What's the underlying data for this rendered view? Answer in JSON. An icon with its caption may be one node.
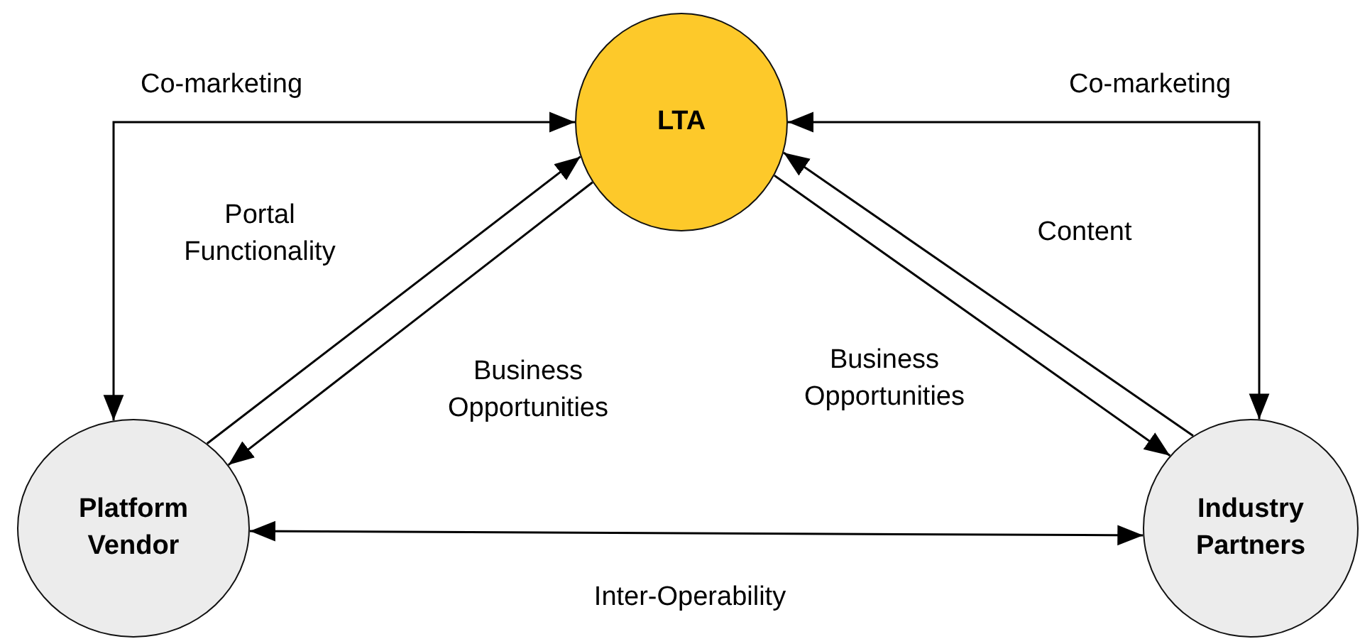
{
  "diagram": {
    "nodes": [
      {
        "text": [
          "LTA"
        ]
      },
      {
        "text": [
          "Platform Vendor"
        ]
      },
      {
        "text": [
          "Industry Partners"
        ]
      }
    ],
    "edges": [
      {
        "from": 1,
        "to": 0,
        "arrow": "both",
        "label": "Co-marketing"
      },
      {
        "from": 2,
        "to": 0,
        "arrow": "both",
        "label": "Co-marketing"
      },
      {
        "from": 1,
        "to": 0,
        "arrow": "to",
        "label": "Portal Functionality"
      },
      {
        "from": 0,
        "to": 1,
        "arrow": "to",
        "label": "Business Opportunities"
      },
      {
        "from": 0,
        "to": 2,
        "arrow": "to",
        "label": "Business Opportunities"
      },
      {
        "from": 2,
        "to": 0,
        "arrow": "to",
        "label": "Content"
      },
      {
        "from": 1,
        "to": 2,
        "arrow": "both",
        "label": "Inter-Operability"
      }
    ]
  }
}
